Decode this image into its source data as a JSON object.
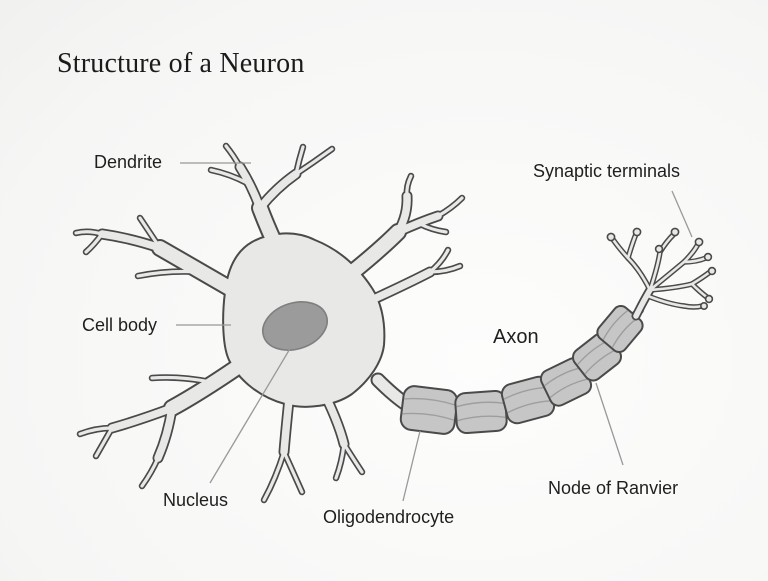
{
  "title": "Structure of a Neuron",
  "diagram": {
    "type": "labeled-anatomy-diagram",
    "subject": "neuron",
    "parts": [
      "Dendrite",
      "Cell body",
      "Nucleus",
      "Axon",
      "Oligodendrocyte",
      "Node of Ranvier",
      "Synaptic terminals"
    ]
  },
  "labels": {
    "dendrite": "Dendrite",
    "synaptic_terminals": "Synaptic terminals",
    "cell_body": "Cell body",
    "axon": "Axon",
    "nucleus": "Nucleus",
    "oligodendrocyte": "Oligodendrocyte",
    "node_of_ranvier": "Node of Ranvier"
  },
  "colors": {
    "background_edge": "#e9e9e8",
    "background_center": "#fdfdfc",
    "soma_fill": "#e8e8e7",
    "outline": "#4a4a4a",
    "nucleus_fill": "#9b9b9b",
    "nucleus_stroke": "#7f7f7f",
    "myelin_fill": "#c6c6c6",
    "myelin_stripe": "#9e9e9e",
    "leader_line": "#999999",
    "label_text": "#1f1f1f",
    "title_text": "#1b1b1b"
  }
}
